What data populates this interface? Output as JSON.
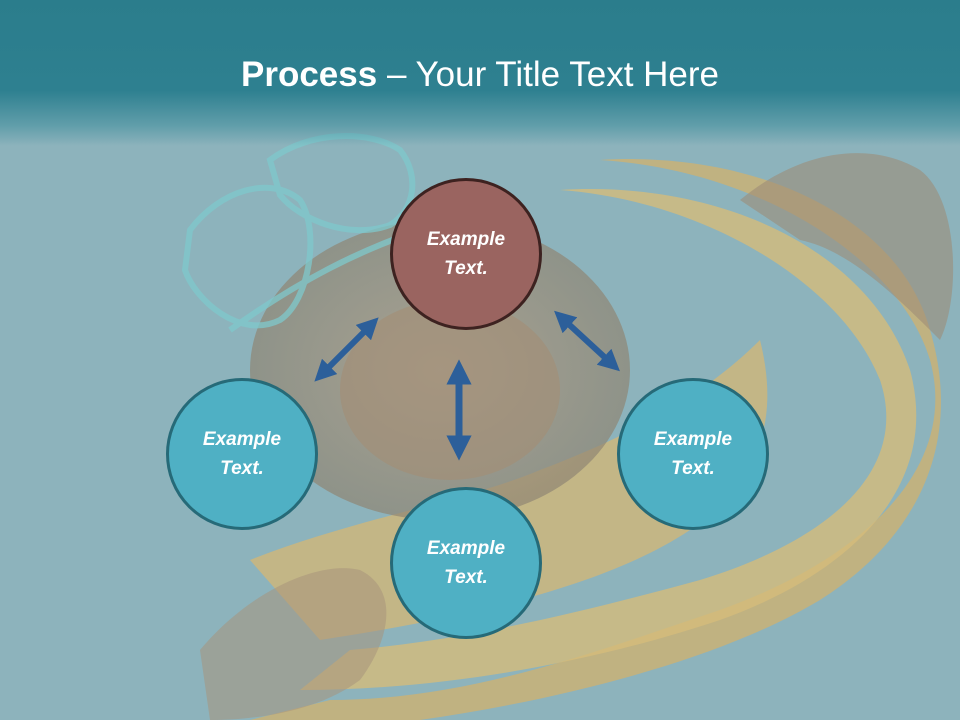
{
  "title": {
    "bold": "Process",
    "rest": " – Your Title Text Here"
  },
  "nodes": {
    "top": {
      "line1": "Example",
      "line2": "Text.",
      "color": "#9a6460"
    },
    "left": {
      "line1": "Example",
      "line2": "Text.",
      "color": "#4fb0c4"
    },
    "bottom": {
      "line1": "Example",
      "line2": "Text.",
      "color": "#4fb0c4"
    },
    "right": {
      "line1": "Example",
      "line2": "Text.",
      "color": "#4fb0c4"
    }
  },
  "colors": {
    "header": "#2e8090",
    "arrow": "#2c5f9a"
  },
  "background": {
    "image_description_icon": "child-swimming-photo"
  }
}
